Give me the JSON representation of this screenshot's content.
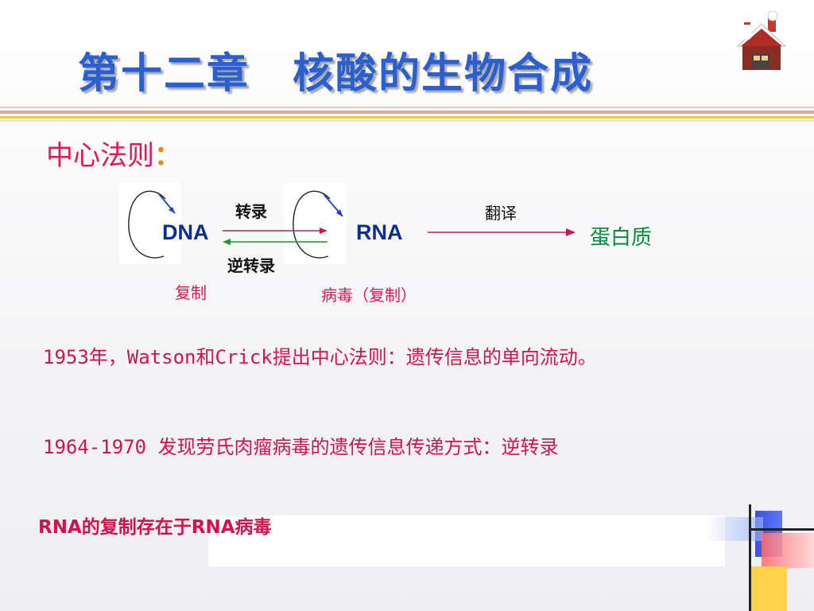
{
  "slide": {
    "title": "第十二章　核酸的生物合成",
    "subtitle": "中心法则",
    "subtitle_colon": "："
  },
  "diagram": {
    "dna": "DNA",
    "rna": "RNA",
    "protein": "蛋白质",
    "transcription": "转录",
    "reverse_transcription": "逆转录",
    "translation": "翻译",
    "dna_replication": "复制",
    "rna_replication": "病毒（复制）"
  },
  "statements": [
    "1953年，Watson和Crick提出中心法则：遗传信息的单向流动。",
    "1964-1970 发现劳氏肉瘤病毒的遗传信息传递方式：逆转录",
    "RNA的复制存在于RNA病毒"
  ],
  "colors": {
    "title": "#2a5fd0",
    "accent_red": "#e3174f",
    "protein_green": "#0a8a3a",
    "arrow_green": "#1a9a2a",
    "arrow_magenta": "#c2185b"
  }
}
